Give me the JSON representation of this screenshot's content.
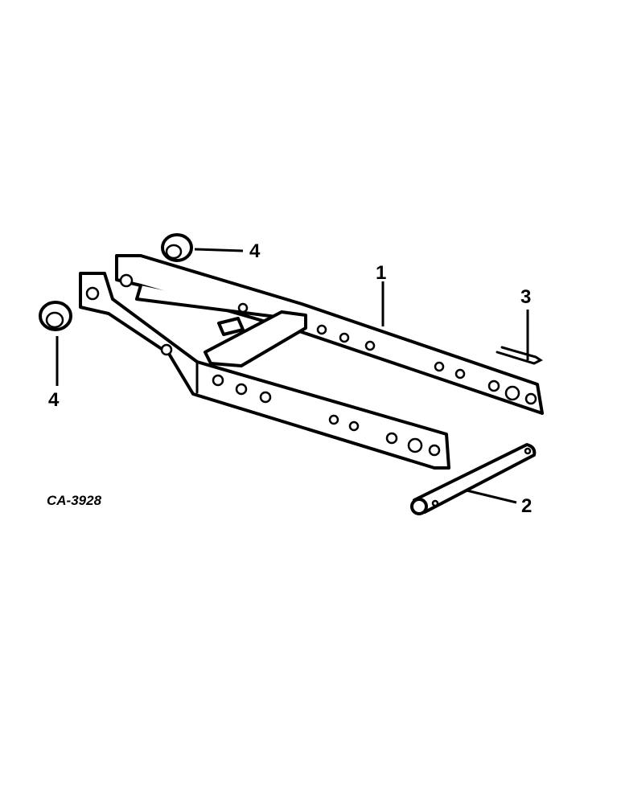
{
  "figure_code": "CA-3928",
  "callouts": {
    "frame": "1",
    "pin": "2",
    "clip": "3",
    "bushing_top": "4",
    "bushing_left": "4"
  }
}
